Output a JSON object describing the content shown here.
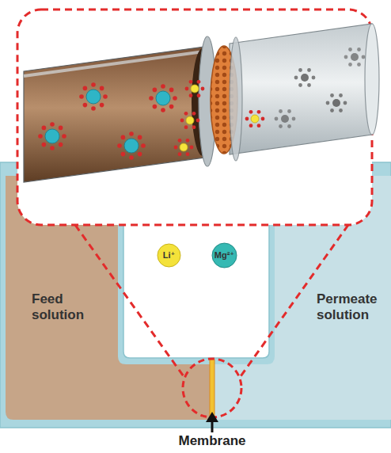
{
  "diagram": {
    "nodes": [
      {
        "text": [
          "Li⁺"
        ]
      },
      {
        "text": [
          "Mg²⁺"
        ]
      },
      {
        "text": [
          "Feed solution"
        ]
      },
      {
        "text": [
          "Permeate solution"
        ]
      }
    ],
    "labels": [
      "Membrane"
    ]
  }
}
